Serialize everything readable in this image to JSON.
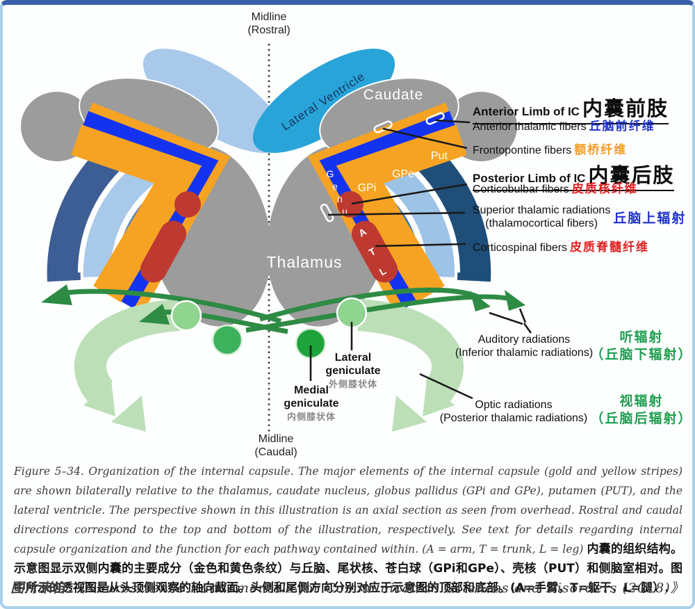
{
  "colors": {
    "gold_stripe": "#F6A323",
    "blue_stripe": "#1433F0",
    "putamen_navy": "#1F4E79",
    "gpe_light_blue": "#9DC3E6",
    "gpi_medium_blue": "#2E74B5",
    "ventricle_cyan": "#29A4D9",
    "ventricle_pale": "#A9C9EA",
    "structure_gray": "#9C9C9C",
    "fiber_red": "#BE3A31",
    "dark_green_arrow": "#2E8B44",
    "light_green_arrow": "#BCDFB8",
    "medial_geniculate_green": "#1FA33C",
    "lateral_geniculate_green": "#8FD48F"
  },
  "midline_rostral": {
    "line1": "Midline",
    "line2": "(Rostral)"
  },
  "midline_caudal": {
    "line1": "Midline",
    "line2": "(Caudal)"
  },
  "diagram": {
    "lateral_ventricle": "Lateral Ventricle",
    "caudate": "Caudate",
    "thalamus": "Thalamus",
    "gpi": "GPi",
    "gpe": "GPe",
    "put": "Put",
    "genu_letters": [
      "G",
      "e",
      "n",
      "u"
    ],
    "atl_letters": [
      "A",
      "T",
      "L"
    ]
  },
  "fiber_labels": {
    "anterior_limb": {
      "en": "Anterior Limb of IC",
      "zh": "内囊前肢"
    },
    "anterior_thalamic": {
      "en": "Anterior thalamic fibers",
      "zh": "丘脑前纤维"
    },
    "frontopontine": {
      "en": "Frontopontine fibers",
      "zh": "额桥纤维"
    },
    "posterior_limb": {
      "en": "Posterior Limb of IC",
      "zh": "内囊后肢"
    },
    "corticobulbar": {
      "en": "Corticobulbar fibers",
      "zh": "皮质核纤维"
    },
    "superior_thalamic": {
      "en1": "Superior thalamic radiations",
      "en2": "(thalamocortical fibers)",
      "zh": "丘脑上辐射"
    },
    "corticospinal": {
      "en": "Corticospinal fibers",
      "zh": "皮质脊髓纤维"
    },
    "auditory": {
      "en1": "Auditory radiations",
      "en2": "(Inferior thalamic radiations)",
      "zh1": "听辐射",
      "zh2": "（丘脑下辐射）"
    },
    "optic": {
      "en1": "Optic radiations",
      "en2": "(Posterior thalamic radiations)",
      "zh1": "视辐射",
      "zh2": "（丘脑后辐射）"
    }
  },
  "geniculate": {
    "lateral": {
      "en1": "Lateral",
      "en2": "geniculate",
      "zh": "外侧膝状体"
    },
    "medial": {
      "en1": "Medial",
      "en2": "geniculate",
      "zh": "内侧膝状体"
    }
  },
  "caption": {
    "en": "Figure 5–34. Organization of the internal capsule. The major elements of the internal capsule (gold and yellow stripes) are shown bilaterally relative to the thalamus, caudate nucleus, globus pallidus (GPi and GPe), putamen (PUT), and the lateral ventricle. The perspective shown in this illustration is an axial section as seen from overhead. Rostral and caudal directions correspond to the top and bottom of the illustration, respectively. See text for details regarding internal capsule organization and the function for each pathway contained within. (A = arm, T = trunk, L = leg) ",
    "zh": "内囊的组织结构。示意图显示双侧内囊的主要成分（金色和黄色条纹）与丘脑、尾状核、苍白球（GPi和GPe）、壳核（PUT）和侧脑室相对。图中所示的透视图是从头顶侧观察的轴向截面。头侧和尾侧方向分别对应于示意图的顶部和底部。(A=手臂，T=躯干，L=腿）."
  },
  "source": {
    "prefix": "图片来自",
    "title": "《Neuroscience Fundamentals for Communication Sciences and Disorders (2018)》"
  }
}
